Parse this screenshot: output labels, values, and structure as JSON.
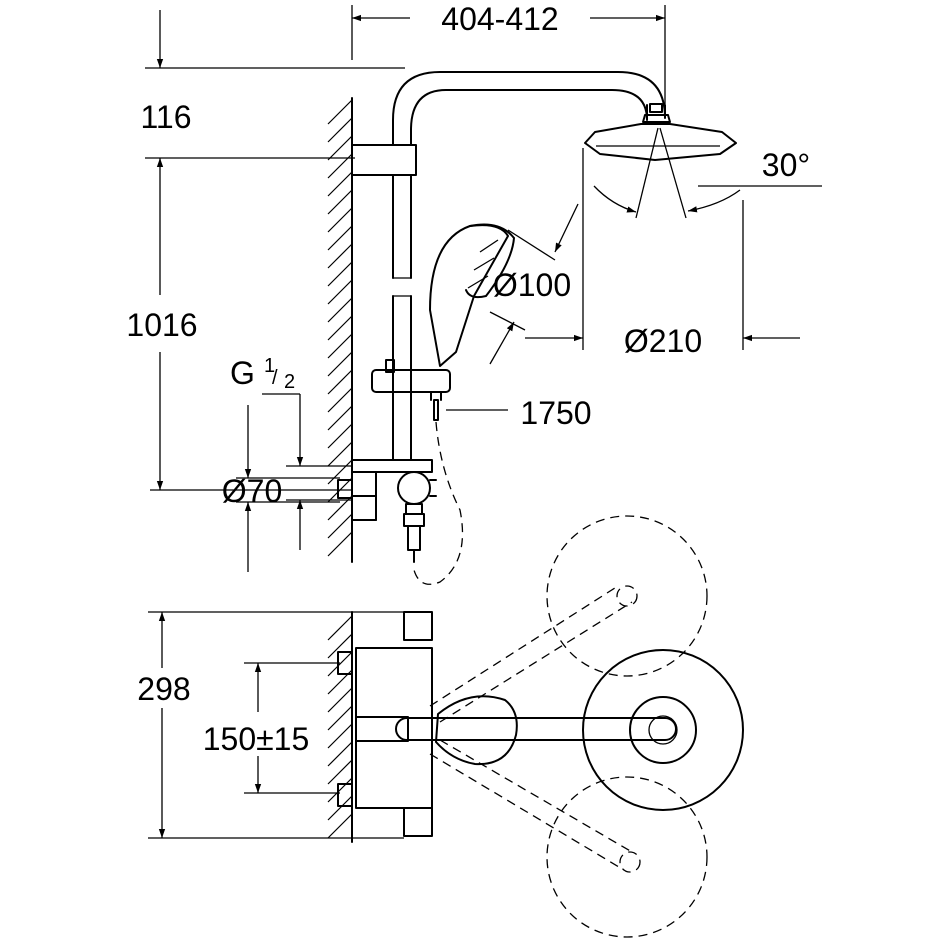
{
  "dimensions": {
    "width_span": "404-412",
    "top_height": "116",
    "rail_height": "1016",
    "thread_letter": "G",
    "thread_numerator": "1",
    "thread_denominator": "2",
    "outlet_diameter": "Ø70",
    "hand_shower_diameter": "Ø100",
    "head_diameter": "Ø210",
    "swivel_angle": "30°",
    "hose_length": "1750",
    "body_height": "298",
    "inlet_spacing": "150±15"
  }
}
